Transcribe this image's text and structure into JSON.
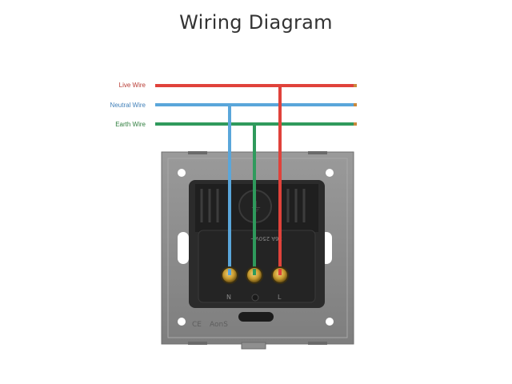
{
  "title": "Wiring Diagram",
  "wires": [
    {
      "id": "live",
      "label": "Live Wire",
      "color": "#e0423b",
      "text_color": "#b83a32"
    },
    {
      "id": "neutral",
      "label": "Neutral Wire",
      "color": "#5aa6da",
      "text_color": "#3f7fb8"
    },
    {
      "id": "earth",
      "label": "Earth Wire",
      "color": "#2f9a5c",
      "text_color": "#2f7e3e"
    }
  ],
  "socket": {
    "plate_color": "#8b8b8b",
    "rating_text": "16A 250V~",
    "brand_text": "AonS",
    "ce_mark": "CE",
    "terminals": {
      "neutral": "N",
      "live": "L"
    },
    "earth_symbol": "⏚"
  }
}
